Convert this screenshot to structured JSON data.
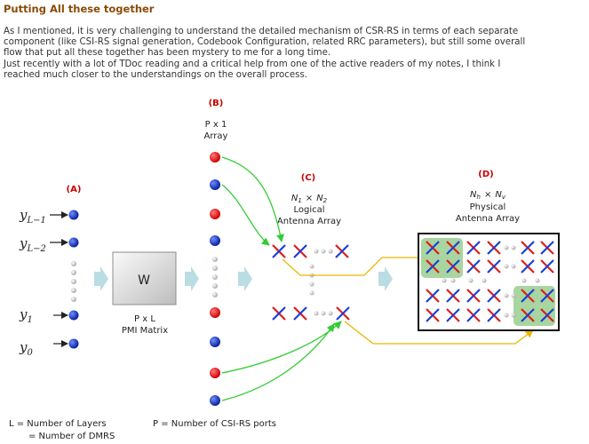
{
  "heading": "Putting All these together",
  "paragraph": {
    "line1": "As I mentioned, it is very challenging to understand the detailed mechanism of CSR-RS in terms of each separate",
    "line2": "component (like CSI-RS signal generation, Codebook Configuration, related RRC parameters), but still some overall",
    "line3": "flow that put all these together has been mystery to me for a long time.",
    "line4": "Just recently with a lot of TDoc reading and a critical help from one of the active readers of my notes, I think I",
    "line5": "reached much closer to the understandings on the overall process."
  },
  "diagram": {
    "label_a": "(A)",
    "label_b": "(B)",
    "label_c": "(C)",
    "label_d": "(D)",
    "b_line1": "P x 1",
    "b_line2": "Array",
    "c_dims_n1": "N",
    "c_dims_n1_sub": "1",
    "c_dims_times": "×",
    "c_dims_n2": "N",
    "c_dims_n2_sub": "2",
    "c_line2": "Logical",
    "c_line3": "Antenna Array",
    "d_dims_nh": "N",
    "d_dims_nh_sub": "h",
    "d_dims_times": "×",
    "d_dims_nv": "N",
    "d_dims_nv_sub": "v",
    "d_line2": "Physical",
    "d_line3": "Antenna Array",
    "y_top": "y",
    "y_top_sub": "L−1",
    "y_second": "y",
    "y_second_sub": "L−2",
    "y_one": "y",
    "y_one_sub": "1",
    "y_zero": "y",
    "y_zero_sub": "0",
    "matrix_symbol": "W",
    "pmi_line1": "P x L",
    "pmi_line2": "PMI Matrix",
    "colors": {
      "red": "#ee1111",
      "blue": "#1133cc",
      "green": "#33cc33",
      "yellow": "#e6b800",
      "label_red": "#cc0000",
      "highlight": "#a8d5a0"
    }
  },
  "footer": {
    "l_def1": "L = Number of Layers",
    "l_def2": "= Number of DMRS",
    "p_def": "P = Number of CSI-RS ports"
  }
}
